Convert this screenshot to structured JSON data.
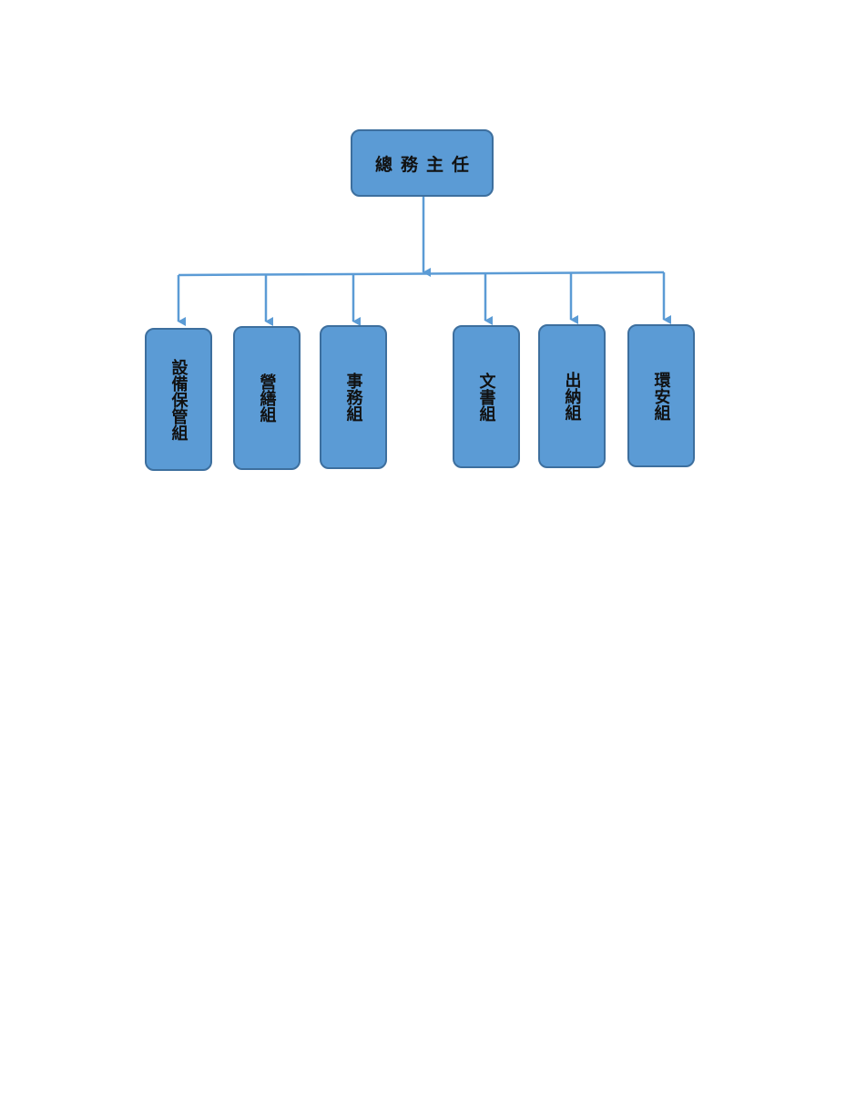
{
  "colors": {
    "box_fill": "#5b9bd5",
    "box_border": "#3d6f9e",
    "connector": "#5b9bd5"
  },
  "root": {
    "label": "總務主任"
  },
  "units": [
    {
      "label": "設備保管組"
    },
    {
      "label": "營繕組"
    },
    {
      "label": "事務組"
    },
    {
      "label": "文書組"
    },
    {
      "label": "出納組"
    },
    {
      "label": "環安組"
    }
  ]
}
